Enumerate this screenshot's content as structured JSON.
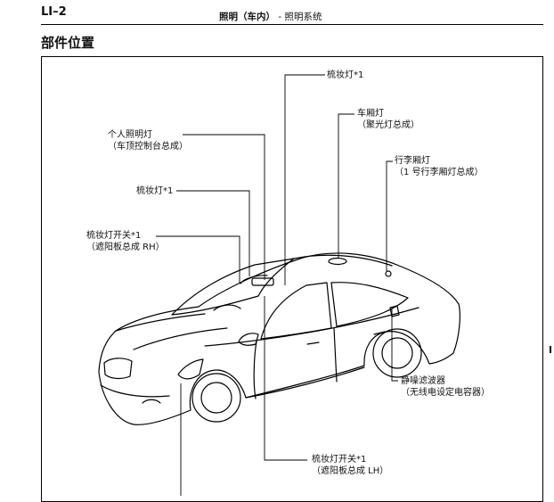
{
  "header": {
    "page_number": "LI–2",
    "section": "照明（车内）",
    "separator": " - ",
    "system": "照明系统"
  },
  "title": "部件位置",
  "labels": {
    "vanity_light_top": "梳妆灯*1",
    "room_light_name": "车厢灯",
    "room_light_sub": "（聚光灯总成）",
    "personal_light_name": "个人照明灯",
    "personal_light_sub": "（车顶控制台总成）",
    "luggage_light_name": "行李厢灯",
    "luggage_light_sub": "（1 号行李厢灯总成）",
    "vanity_light_left": "梳妆灯*1",
    "vanity_switch_rh_name": "梳妆灯开关*1",
    "vanity_switch_rh_sub": "（遮阳板总成 RH）",
    "noise_filter_name": "静噪滤波器",
    "noise_filter_sub": "（无线电设定电容器）",
    "vanity_switch_lh_name": "梳妆灯开关*1",
    "vanity_switch_lh_sub": "（遮阳板总成 LH）"
  }
}
